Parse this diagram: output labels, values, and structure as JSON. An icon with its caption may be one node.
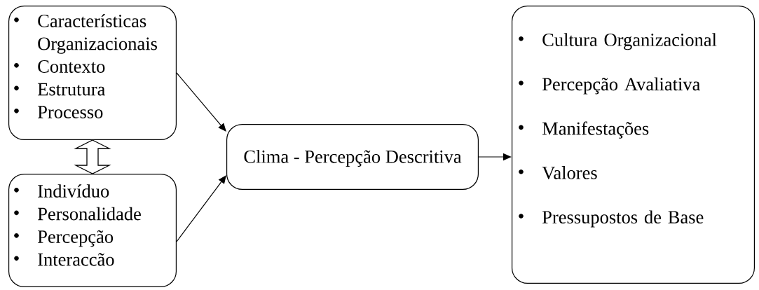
{
  "diagram": {
    "nodes": [
      {
        "text": [
          "Características Organizacionais",
          "Contexto",
          "Estrutura",
          "Processo"
        ]
      },
      {
        "text": [
          "Indivíduo",
          "Personalidade",
          "Percepção",
          "Interaccão"
        ]
      },
      {
        "text": [
          "Clima - Percepção Descritiva"
        ]
      },
      {
        "text": [
          "Cultura Organizacional",
          "Percepção Avaliativa",
          "Manifestações",
          "Valores",
          "Pressupostos de Base"
        ]
      }
    ],
    "edges": [
      {
        "from": 0,
        "to": 2,
        "arrow": "to"
      },
      {
        "from": 1,
        "to": 2,
        "arrow": "to"
      },
      {
        "from": 2,
        "to": 3,
        "arrow": "to"
      },
      {
        "from": 0,
        "to": 1,
        "arrow": "both"
      }
    ]
  }
}
